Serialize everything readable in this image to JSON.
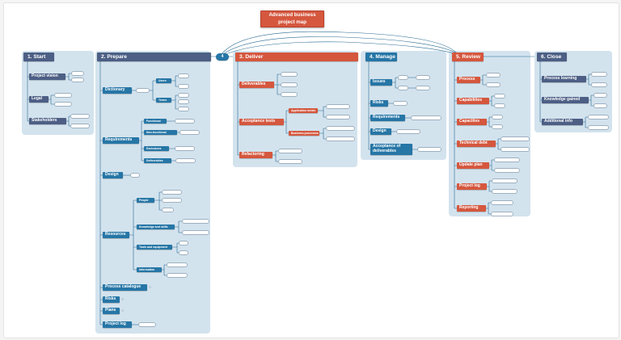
{
  "map": {
    "title": "Advanced business\nproject map",
    "center_badge": "4"
  },
  "start": {
    "heading": "1. Start",
    "items": [
      "Project vision",
      "Legal",
      "Stakeholders"
    ]
  },
  "prepare": {
    "heading": "2. Prepare",
    "items": [
      "Dictionary",
      "Requirements",
      "Design",
      "Resources",
      "Process catalogue",
      "Risks",
      "Plans",
      "Project log"
    ],
    "requirements_types": [
      "Functional",
      "Non-functional",
      "Exclusions",
      "Deliverables"
    ],
    "resource_types": [
      "People",
      "Knowledge and skills",
      "Tools and equipment",
      "Information"
    ],
    "dictionary_children": [
      "Users",
      "Terms"
    ]
  },
  "deliver": {
    "heading": "3. Deliver",
    "items": [
      "Deliverables",
      "Acceptance tests",
      "Refactoring"
    ],
    "test_types": [
      "Application needs",
      "Business processes"
    ]
  },
  "manage": {
    "heading": "4. Manage",
    "items": [
      "Issues",
      "Risks",
      "Requirements",
      "Design",
      "Acceptance of deliverables"
    ]
  },
  "review": {
    "heading": "5. Review",
    "items": [
      "Process",
      "Capabilities",
      "Capacities",
      "Technical debt",
      "Update plan",
      "Project log",
      "Reporting"
    ]
  },
  "close": {
    "heading": "6. Close",
    "items": [
      "Process learning",
      "Knowledge gained",
      "Additional info"
    ]
  },
  "colors": {
    "dark_node": "#4d5f85",
    "blue_node": "#2676a6",
    "red_node": "#d5573e",
    "panel": "#d3e3ee",
    "connector": "#2a6a92"
  }
}
